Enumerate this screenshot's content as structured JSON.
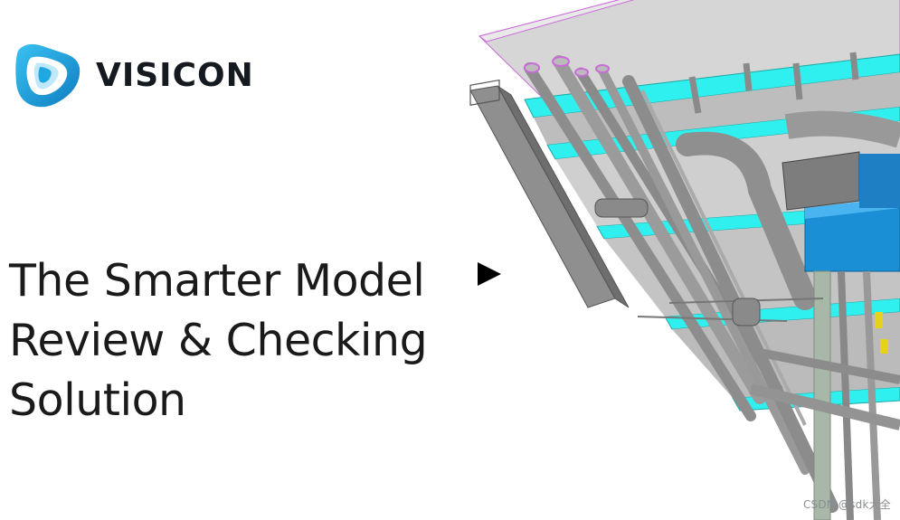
{
  "brand": {
    "name": "VISICON",
    "logo_icon": "visicon-logo-icon",
    "colors": {
      "logo_primary": "#1ea7e1",
      "logo_dark": "#0f7cc0",
      "text": "#141a1f"
    }
  },
  "headline": {
    "line1": "The Smarter Model",
    "line2": "Review & Checking",
    "line3": "Solution"
  },
  "play_button": {
    "icon": "play-icon",
    "color": "#000000"
  },
  "model": {
    "colors": {
      "slab": "#d6d6d6",
      "slab_edge": "#c96bd8",
      "cable_tray": "#2ff0ee",
      "pipe": "#8d8d8d",
      "duct": "#8f8f8f",
      "equipment": "#1a8fd6",
      "vertical_pipe": "#a7b8a8",
      "valve": "#e6d21c"
    }
  },
  "watermark": {
    "text": "CSDN @sdk大全"
  }
}
